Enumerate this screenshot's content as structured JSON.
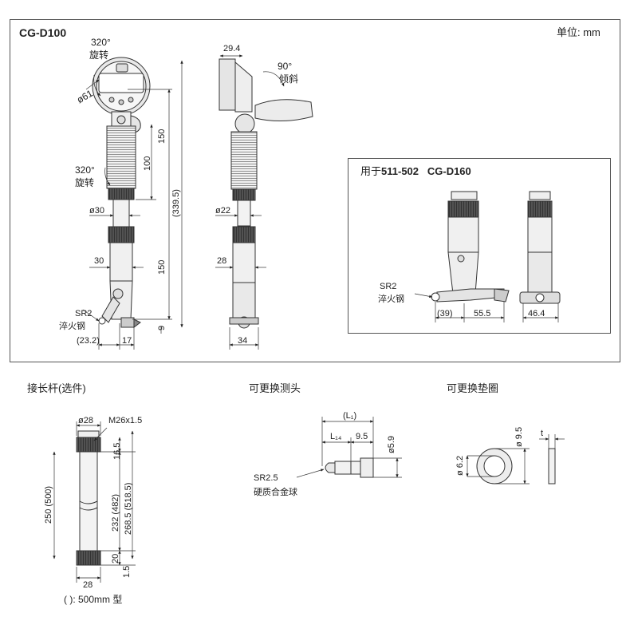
{
  "main": {
    "model_title": "CG-D100",
    "unit_label": "单位: mm",
    "rot_top": "320°",
    "rot_top_cn": "旋转",
    "dia_61": "ø61",
    "rot_mid": "320°",
    "rot_mid_cn": "旋转",
    "dim_150_top": "150",
    "dim_100": "100",
    "dim_339_5": "(339.5)",
    "dia_30": "ø30",
    "dim_30": "30",
    "dim_150_bot": "150",
    "sr2": "SR2",
    "quench": "淬火钢",
    "dim_9": "9",
    "dim_23_2": "(23.2)",
    "dim_17": "17",
    "side_29_4": "29.4",
    "tilt_90": "90°",
    "tilt_cn": "倾斜",
    "dia_22": "ø22",
    "dim_28_side": "28",
    "dim_34": "34"
  },
  "inset": {
    "title_prefix": "用于",
    "title_model": "511-502",
    "title_model2": "CG-D160",
    "sr2": "SR2",
    "quench": "淬火钢",
    "dim_39": "(39)",
    "dim_55_5": "55.5",
    "dim_46_4": "46.4"
  },
  "rod": {
    "heading": "接长杆(选件)",
    "dia_28": "ø28",
    "thread": "M26x1.5",
    "dim_16_5": "16.5",
    "dim_250": "250 (500)",
    "dim_232": "232 (482)",
    "dim_268": "268.5 (518.5)",
    "dim_20": "20",
    "dim_1_5": "1.5",
    "dim_28_bottom": "28",
    "note": "( ): 500mm 型"
  },
  "probe": {
    "heading": "可更换测头",
    "l1": "(L₁)",
    "l14": "L₁₄",
    "dim_9_5": "9.5",
    "dia_5_9": "ø5.9",
    "sr2_5": "SR2.5",
    "carbide": "硬质合金球"
  },
  "washer": {
    "heading": "可更换垫圈",
    "dia_6_2": "ø 6.2",
    "dia_9_5": "ø 9.5",
    "t": "t"
  }
}
